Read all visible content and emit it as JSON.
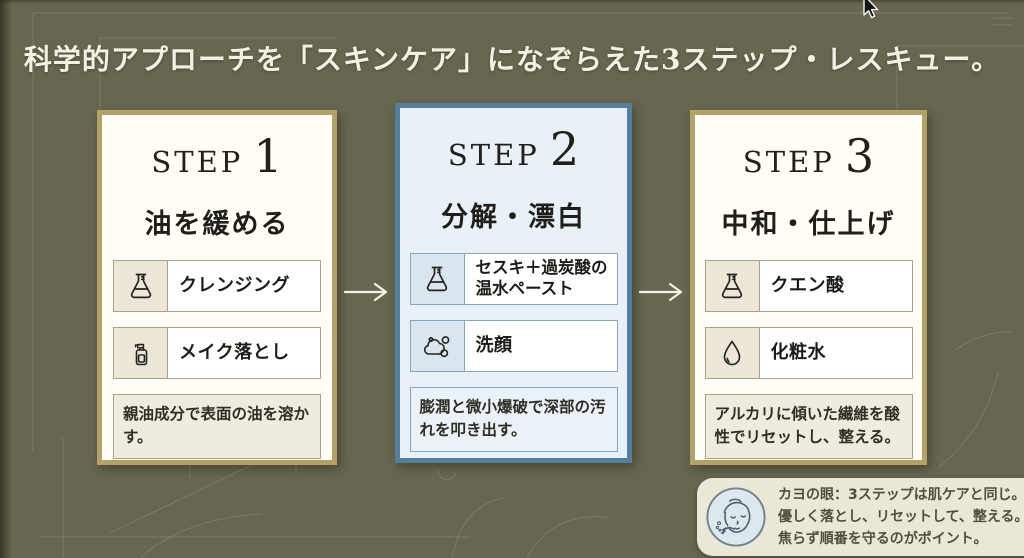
{
  "title": "科学的アプローチを「スキンケア」になぞらえた3ステップ・レスキュー。",
  "arrow_icon": "right-arrow-icon",
  "steps": [
    {
      "label": "STEP",
      "number": "1",
      "heading": "油を緩める",
      "items": [
        {
          "icon": "flask-icon",
          "text": "クレンジング"
        },
        {
          "icon": "pump-bottle-icon",
          "text": "メイク落とし"
        }
      ],
      "note": "親油成分で表面の油を溶かす。"
    },
    {
      "label": "STEP",
      "number": "2",
      "heading": "分解・漂白",
      "items": [
        {
          "icon": "flask-icon",
          "text": "セスキ＋過炭酸の温水ペースト"
        },
        {
          "icon": "foam-icon",
          "text": "洗顔"
        }
      ],
      "note": "膨潤と微小爆破で深部の汚れを叩き出す。"
    },
    {
      "label": "STEP",
      "number": "3",
      "heading": "中和・仕上げ",
      "items": [
        {
          "icon": "flask-icon",
          "text": "クエン酸"
        },
        {
          "icon": "droplet-icon",
          "text": "化粧水"
        }
      ],
      "note": "アルカリに傾いた繊維を酸性でリセットし、整える。"
    }
  ],
  "callout": {
    "icon": "face-skincare-icon",
    "line1": "カヨの眼：3ステップは肌ケアと同じ。",
    "line2": "優しく落とし、リセットして、整える。",
    "line3": "焦らず順番を守るのがポイント。"
  },
  "colors": {
    "background": "#676751",
    "card_border_gold": "#b2a269",
    "card_border_blue": "#567e9b",
    "card_bg_white": "#fffdf5",
    "card_bg_blue": "#e8f1f8",
    "icon_cell_beige": "#ece7d9",
    "icon_cell_blue": "#d9e6f0",
    "callout_bg": "#eae7d9",
    "title_text": "#f3f1e3"
  }
}
